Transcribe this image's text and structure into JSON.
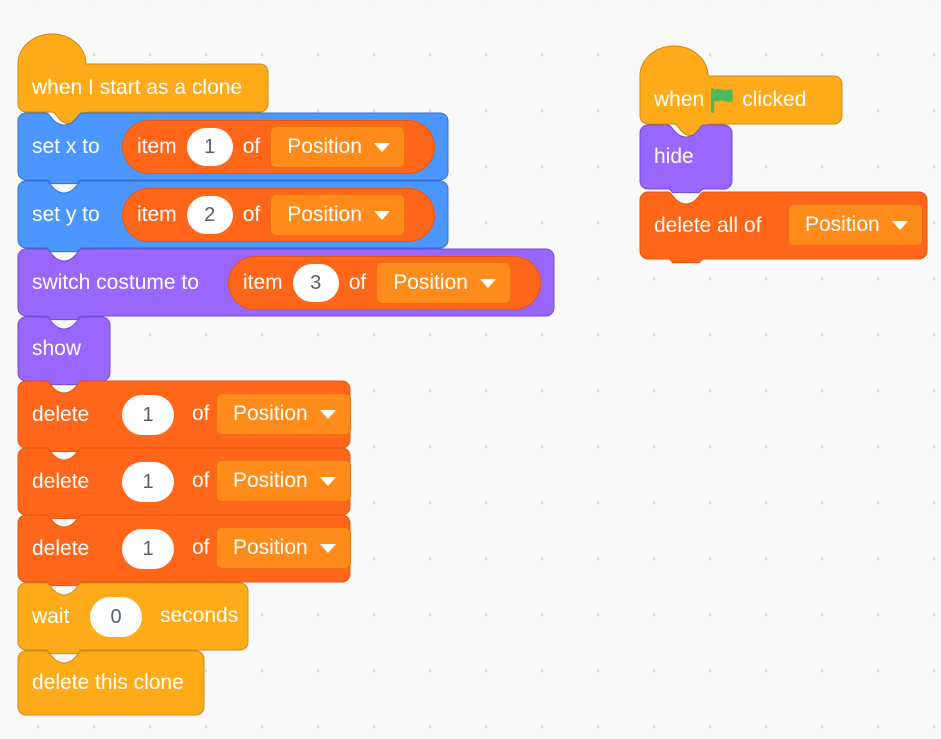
{
  "editor": {
    "name": "scratch-block-workspace",
    "background_color": "#f9f9f9",
    "grid_dot_color": "#d9d9d9"
  },
  "palette": {
    "events_yellow": "#ffab19",
    "events_yellow_dark": "#cf8b17",
    "motion_blue": "#4c97ff",
    "motion_blue_dark": "#3373cc",
    "looks_purple": "#9966ff",
    "looks_purple_dark": "#774dcb",
    "list_orange": "#ff661a",
    "list_orange_dark": "#e2570c",
    "control_yellow": "#ffab19",
    "input_white": "#ffffff",
    "input_text": "#575e75",
    "flag_green": "#4cbb5f"
  },
  "scripts": [
    {
      "id": "clone-script",
      "name": "when-i-start-as-a-clone-script",
      "blocks": [
        {
          "id": "hat-clone",
          "type": "hat",
          "category": "control",
          "label": "when I start as a clone"
        },
        {
          "id": "set-x",
          "type": "stack",
          "category": "motion",
          "label": "set x to",
          "input": {
            "type": "reporter",
            "category": "list",
            "prefix": "item",
            "index": "1",
            "middle": "of",
            "dropdown": "Position"
          }
        },
        {
          "id": "set-y",
          "type": "stack",
          "category": "motion",
          "label": "set y to",
          "input": {
            "type": "reporter",
            "category": "list",
            "prefix": "item",
            "index": "2",
            "middle": "of",
            "dropdown": "Position"
          }
        },
        {
          "id": "switch-costume",
          "type": "stack",
          "category": "looks",
          "label": "switch costume to",
          "input": {
            "type": "reporter",
            "category": "list",
            "prefix": "item",
            "index": "3",
            "middle": "of",
            "dropdown": "Position"
          }
        },
        {
          "id": "show",
          "type": "stack",
          "category": "looks",
          "label": "show"
        },
        {
          "id": "delete-1a",
          "type": "stack",
          "category": "list",
          "label": "delete",
          "index": "1",
          "middle": "of",
          "dropdown": "Position"
        },
        {
          "id": "delete-1b",
          "type": "stack",
          "category": "list",
          "label": "delete",
          "index": "1",
          "middle": "of",
          "dropdown": "Position"
        },
        {
          "id": "delete-1c",
          "type": "stack",
          "category": "list",
          "label": "delete",
          "index": "1",
          "middle": "of",
          "dropdown": "Position"
        },
        {
          "id": "wait",
          "type": "stack",
          "category": "control",
          "label": "wait",
          "index": "0",
          "suffix": "seconds"
        },
        {
          "id": "delete-this-clone",
          "type": "stack",
          "category": "control",
          "label": "delete this clone"
        }
      ]
    },
    {
      "id": "flag-script",
      "name": "when-green-flag-clicked-script",
      "blocks": [
        {
          "id": "hat-flag",
          "type": "hat",
          "category": "events",
          "label_before": "when",
          "icon": "green-flag-icon",
          "label_after": "clicked"
        },
        {
          "id": "hide",
          "type": "stack",
          "category": "looks",
          "label": "hide"
        },
        {
          "id": "delete-all",
          "type": "stack",
          "category": "list",
          "label": "delete all of",
          "dropdown": "Position"
        }
      ]
    }
  ]
}
